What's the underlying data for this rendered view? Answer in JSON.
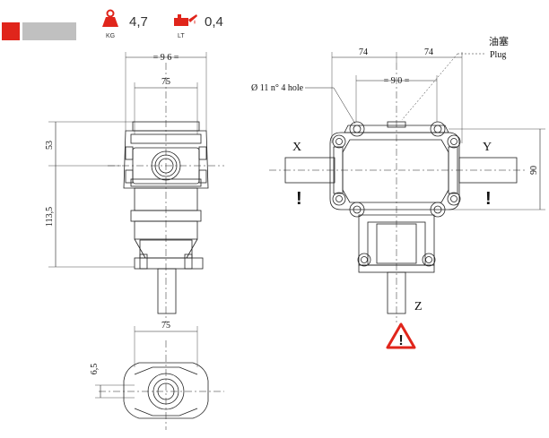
{
  "colors": {
    "accent": "#e0251b",
    "swatch_grey": "#c0c0c0"
  },
  "metrics": {
    "weight": {
      "icon": "weight-icon",
      "unit": "KG",
      "value": "4,7"
    },
    "oil": {
      "icon": "oil-can-icon",
      "unit": "LT",
      "value": "0,4"
    }
  },
  "side_view": {
    "dim_overall_width": "= 9 6 =",
    "dim_body_width": "75",
    "dim_upper_height": "53",
    "dim_lower_height": "113,5"
  },
  "bottom_view": {
    "dim_width": "75",
    "dim_offset": "6,5"
  },
  "front_view": {
    "dim_left": "74",
    "dim_right": "74",
    "dim_center": "= 9 0 =",
    "dim_height": "90",
    "hole_label": "Ø 11 n° 4 hole",
    "plug_label_cn": "油塞",
    "plug_label_en": "Plug",
    "shaft_x": "X",
    "shaft_y": "Y",
    "shaft_z": "Z",
    "warning_mark": "!"
  }
}
